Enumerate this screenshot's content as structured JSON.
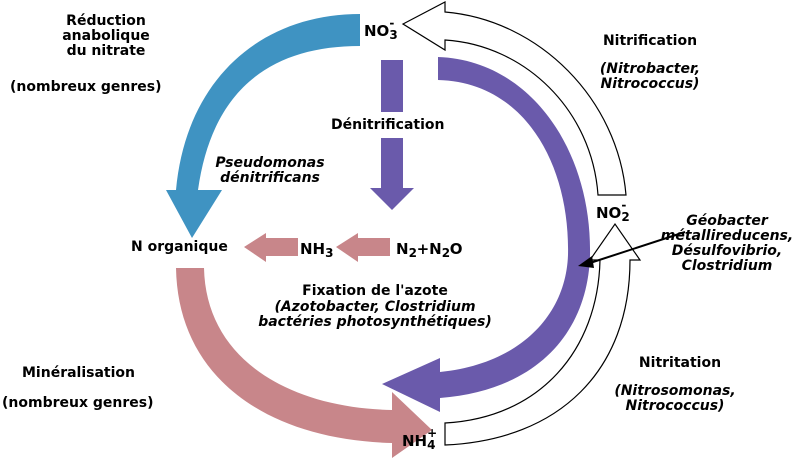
{
  "colors": {
    "anabolic_reduction": "#3f93c2",
    "denitrification": "#6a5aab",
    "fixation_mineralisation": "#c8868a",
    "nitrification_outline": "#000000",
    "background": "#ffffff"
  },
  "species": {
    "nitrate": {
      "base": "NO",
      "sub": "3",
      "sup": "-"
    },
    "nitrite": {
      "base": "NO",
      "sub": "2",
      "sup": "-"
    },
    "ammonium": {
      "base": "NH",
      "sub": "4",
      "sup": "+"
    },
    "ammonia": {
      "base": "NH",
      "sub": "3"
    },
    "dinitrogen": {
      "part1": "N",
      "sub1": "2",
      "plus": "+",
      "part2": "N",
      "sub2": "2",
      "part3": "O"
    },
    "organic_n": "N organique"
  },
  "processes": {
    "anabolic_reduction": {
      "title_lines": [
        "Réduction",
        "anabolique",
        "du nitrate"
      ],
      "organisms": "(nombreux genres)"
    },
    "denitrification": {
      "title": "Dénitrification",
      "organisms_lines": [
        "Pseudomonas",
        "dénitrificans"
      ]
    },
    "nitrification": {
      "title": "Nitrification",
      "organisms_lines": [
        "(Nitrobacter,",
        "Nitrococcus)"
      ]
    },
    "dissimilatory_reduction": {
      "organisms_lines": [
        "Géobacter",
        "métallireducens,",
        "Désulfovibrio,",
        "Clostridium"
      ]
    },
    "fixation": {
      "title": "Fixation de l'azote",
      "organisms_lines": [
        "(Azotobacter, Clostridium",
        "bactéries photosynthétiques)"
      ]
    },
    "mineralisation": {
      "title": "Minéralisation",
      "organisms": "(nombreux genres)"
    },
    "nitritation": {
      "title": "Nitritation",
      "organisms_lines": [
        "(Nitrosomonas,",
        "Nitrococcus)"
      ]
    }
  }
}
